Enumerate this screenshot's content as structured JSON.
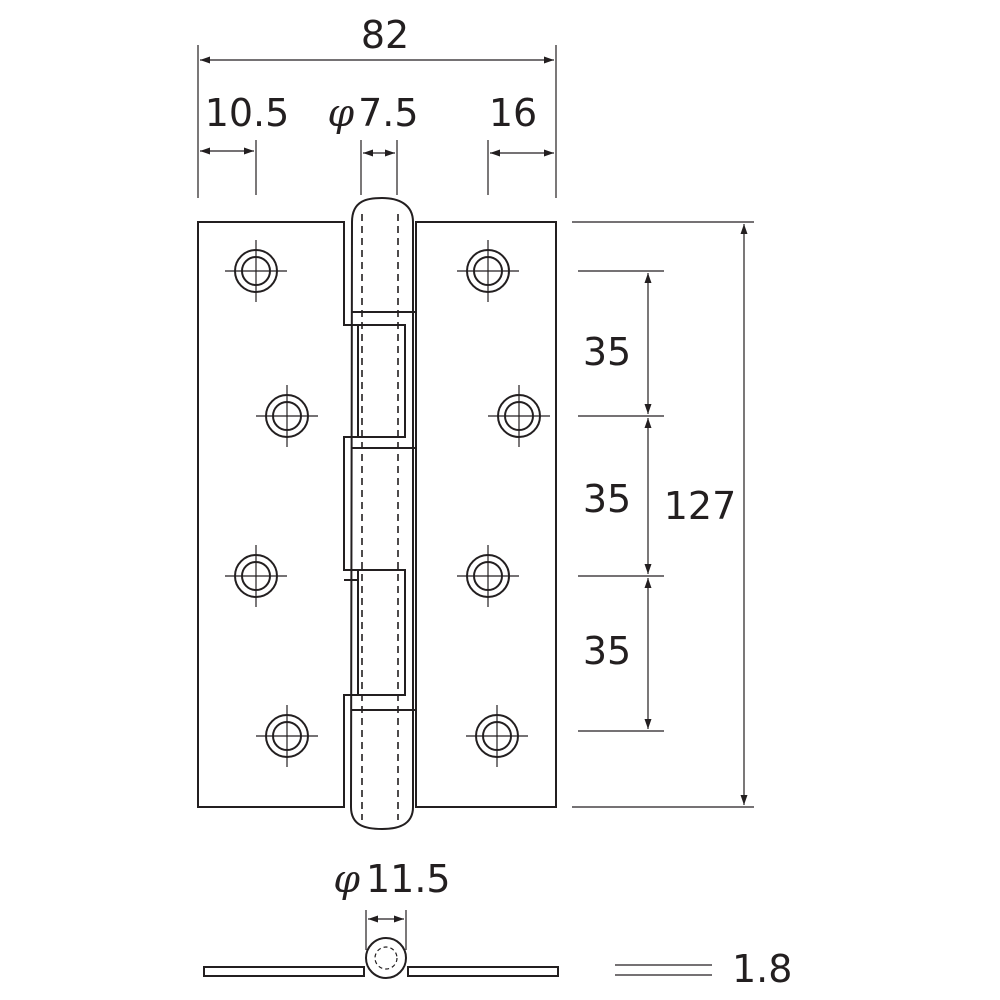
{
  "diagram": {
    "stroke_color": "#231f20",
    "background": "#ffffff",
    "dimensions": {
      "overall_width": "82",
      "edge_to_hole_left": "10.5",
      "pin_diameter_symbol": "φ",
      "pin_diameter": "7.5",
      "edge_to_hole_right": "16",
      "pitch_1": "35",
      "pitch_2": "35",
      "pitch_3": "35",
      "overall_height": "127",
      "knuckle_diameter_symbol": "φ",
      "knuckle_diameter": "11.5",
      "leaf_thickness": "1.8"
    }
  }
}
